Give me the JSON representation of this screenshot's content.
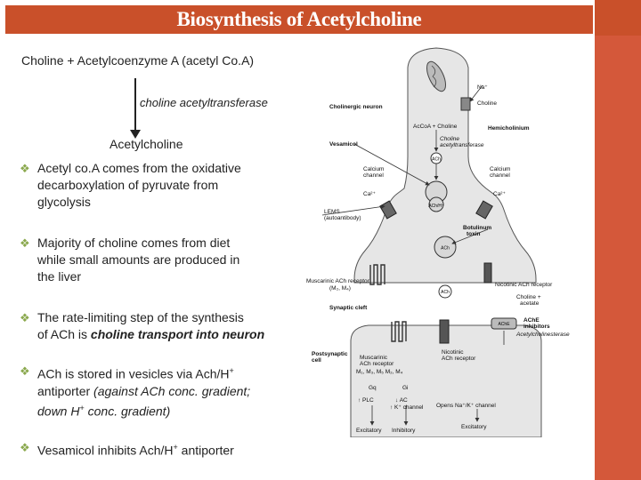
{
  "slide": {
    "title": "Biosynthesis of Acetylcholine",
    "equation": "Choline + Acetylcoenzyme A (acetyl Co.A)",
    "enzyme": "choline acetyltransferase",
    "product": "Acetylcholine"
  },
  "bullets": [
    {
      "lines": [
        "Acetyl co.A comes from the oxidative",
        "decarboxylation of pyruvate from",
        "glycolysis"
      ]
    },
    {
      "lines": [
        "Majority of choline comes from diet",
        "while small amounts are produced in",
        "the liver"
      ]
    },
    {
      "line1_pre": "The rate-limiting step of the synthesis",
      "line2_pre": "of ACh is ",
      "line2_em": "choline transport into neuron"
    },
    {
      "line1_pre": "ACh is stored in vesicles via Ach/H",
      "line1_sup": "+",
      "line2_pre": "antiporter ",
      "line2_em": "(against ACh conc. gradient;",
      "line3_em_pre": "down H",
      "line3_sup": "+",
      "line3_em_post": " conc. gradient)"
    },
    {
      "pre": "Vesamicol inhibits Ach/H",
      "sup": "+",
      "post": " antiporter"
    }
  ],
  "diagram": {
    "labels": {
      "na": "Na⁺",
      "choline_top": "Choline",
      "cholinergic_neuron": "Cholinergic neuron",
      "acoa_choline": "AcCoA + Choline",
      "hemicholinium": "Hemicholinium",
      "choline_acetyltransferase_1": "Choline",
      "choline_acetyltransferase_2": "acetyltransferase",
      "vesamicol": "Vesamicol",
      "ach1": "ACh",
      "calcium_left_1": "Calcium",
      "calcium_left_2": "channel",
      "calcium_right_1": "Calcium",
      "calcium_right_2": "channel",
      "ca_left": "Ca²⁺",
      "ca_right": "Ca²⁺",
      "ach_h": "ACh/H⁺",
      "lems_1": "LEMS",
      "lems_2": "(autoantibody)",
      "botulinum_1": "Botulinum",
      "botulinum_2": "toxin",
      "ach2": "ACh",
      "muscarinic_1": "Muscarinic ACh receptor",
      "muscarinic_2": "(M₂, M₄)",
      "nicotinic_receptor": "Nicotinic ACh receptor",
      "ach3": "ACh",
      "choline_acetate_1": "Choline +",
      "choline_acetate_2": "acetate",
      "synaptic_cleft": "Synaptic cleft",
      "ache": "AChE",
      "ache_inhibitors_1": "AChE",
      "ache_inhibitors_2": "inhibitors",
      "acetylcholinesterase": "Acetylcholinesterase",
      "postsynaptic_1": "Postsynaptic",
      "postsynaptic_2": "cell",
      "post_muscarinic_1": "Muscarinic",
      "post_muscarinic_2": "ACh receptor",
      "post_muscarinic_3": "M₁, M₃, M₅  M₂, M₄",
      "post_nicotinic_1": "Nicotinic",
      "post_nicotinic_2": "ACh receptor",
      "gq": "Gq",
      "gi": "Gi",
      "opens_channel": "Opens Na⁺/K⁺ channel",
      "plc": "↑ PLC",
      "ac": "↓ AC",
      "k_channel": "↑ K⁺ channel",
      "excitatory_left": "Excitatory",
      "inhibitory": "Inhibitory",
      "excitatory_right": "Excitatory"
    }
  }
}
